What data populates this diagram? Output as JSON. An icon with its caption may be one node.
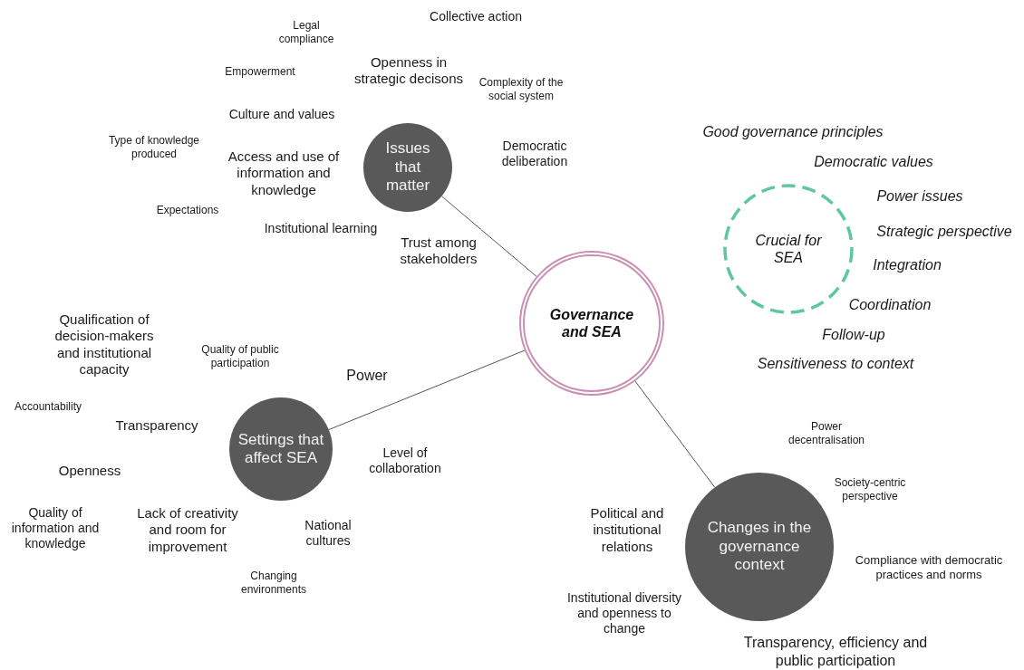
{
  "diagram": {
    "nodes": [
      {
        "text": [
          "Governance and SEA"
        ]
      },
      {
        "text": [
          "Issues that matter"
        ]
      },
      {
        "text": [
          "Settings that affect SEA"
        ]
      },
      {
        "text": [
          "Changes in the governance context"
        ]
      },
      {
        "text": [
          "Crucial for SEA"
        ]
      }
    ],
    "edges": [
      {
        "from": 1,
        "to": 0,
        "arrow": "none"
      },
      {
        "from": 2,
        "to": 0,
        "arrow": "none"
      },
      {
        "from": 0,
        "to": 3,
        "arrow": "none"
      }
    ],
    "labels": [
      "Collective action",
      "Legal compliance",
      "Empowerment",
      "Openness in strategic decisons",
      "Complexity of the social system",
      "Culture and values",
      "Type of knowledge produced",
      "Democratic deliberation",
      "Access and use of information and knowledge",
      "Expectations",
      "Institutional learning",
      "Trust among stakeholders",
      "Good governance principles",
      "Democratic values",
      "Power issues",
      "Strategic perspective",
      "Integration",
      "Coordination",
      "Follow-up",
      "Sensitiveness to context",
      "Qualification of decision-makers and institutional capacity",
      "Quality of public participation",
      "Power",
      "Accountability",
      "Transparency",
      "Level of collaboration",
      "Openness",
      "Quality of information and knowledge",
      "Lack of creativity and room for improvement",
      "National cultures",
      "Changing environments",
      "Power decentralisation",
      "Society-centric perspective",
      "Political and institutional relations",
      "Compliance with democratic practices and norms",
      "Institutional diversity and openness to change",
      "Transparency, efficiency and public participation"
    ]
  }
}
